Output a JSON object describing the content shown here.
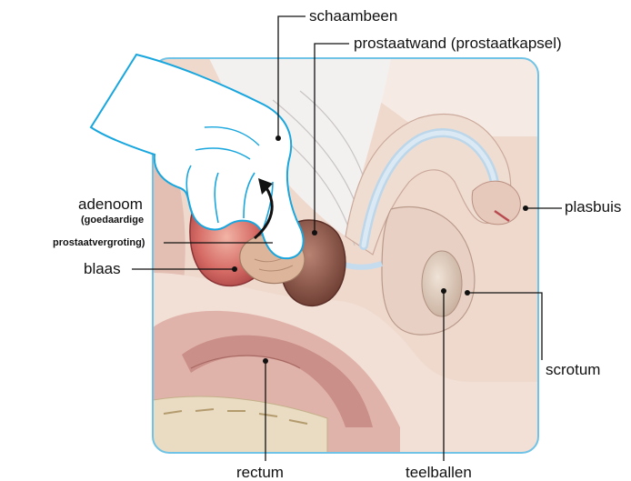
{
  "labels": {
    "pubic_bone": "schaambeen",
    "prostate_wall": "prostaatwand (prostaatkapsel)",
    "adenoma": "adenoom",
    "adenoma_note_line1": "(goedaardige",
    "adenoma_note_line2": "prostaatvergroting)",
    "bladder": "blaas",
    "urethra": "plasbuis",
    "scrotum": "scrotum",
    "rectum": "rectum",
    "testicles": "teelballen"
  },
  "colors": {
    "frame_border": "#6fc3e6",
    "glove_outline": "#18a6de",
    "leader_line": "#111111",
    "prostate": "#8c5a4a",
    "adenoma": "#d9b39a",
    "bladder": "#c9595a",
    "urethra_tube": "#c4dcee",
    "skin": "#ecd9ce",
    "rectum": "#c98f88"
  }
}
